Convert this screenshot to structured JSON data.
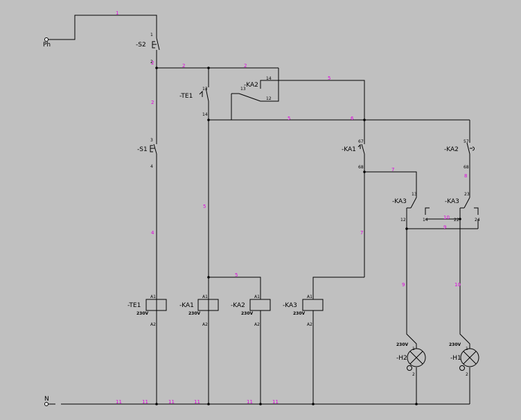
{
  "colors": {
    "background": "#c0c0c0",
    "wire": "#000000",
    "wire_number": "#e000e0"
  },
  "terminals": {
    "phase": "Ph",
    "neutral": "N"
  },
  "wire_numbers": [
    "1",
    "2",
    "2",
    "2",
    "5",
    "5",
    "6",
    "2",
    "5",
    "4",
    "5",
    "7",
    "7",
    "8",
    "10",
    "9",
    "9",
    "10",
    "11",
    "11",
    "11",
    "11",
    "11",
    "11"
  ],
  "devices": {
    "s2": {
      "tag": "-S2",
      "t1": "1",
      "t2": "2"
    },
    "s1": {
      "tag": "-S1",
      "t1": "3",
      "t2": "4"
    },
    "te1_contact": {
      "tag": "-TE1",
      "t1": "13",
      "t2": "14"
    },
    "ka2_contact_a": {
      "tag": "-KA2",
      "t1": "13",
      "t2": "14",
      "t3": "12"
    },
    "ka1_contact": {
      "tag": "-KA1",
      "t1": "67",
      "t2": "68"
    },
    "ka2_contact_b": {
      "tag": "-KA2",
      "t1": "57",
      "t2": "68"
    },
    "ka3_contact_a": {
      "tag": "-KA3",
      "t1": "13",
      "t2": "12",
      "t3": "14"
    },
    "ka3_contact_b": {
      "tag": "-KA3",
      "t1": "23",
      "t2": "22",
      "t3": "24"
    },
    "coils": [
      {
        "tag": "-TE1",
        "a1": "A1",
        "a2": "A2",
        "voltage": "230V"
      },
      {
        "tag": "-KA1",
        "a1": "A1",
        "a2": "A2",
        "voltage": "230V"
      },
      {
        "tag": "-KA2",
        "a1": "A1",
        "a2": "A2",
        "voltage": "230V"
      },
      {
        "tag": "-KA3",
        "a1": "A1",
        "a2": "A2",
        "voltage": "230V"
      }
    ],
    "lamps": [
      {
        "tag": "-H2",
        "voltage": "230V",
        "t1": "1",
        "t2": "2"
      },
      {
        "tag": "-H1",
        "voltage": "230V",
        "t1": "1",
        "t2": "2"
      }
    ]
  }
}
